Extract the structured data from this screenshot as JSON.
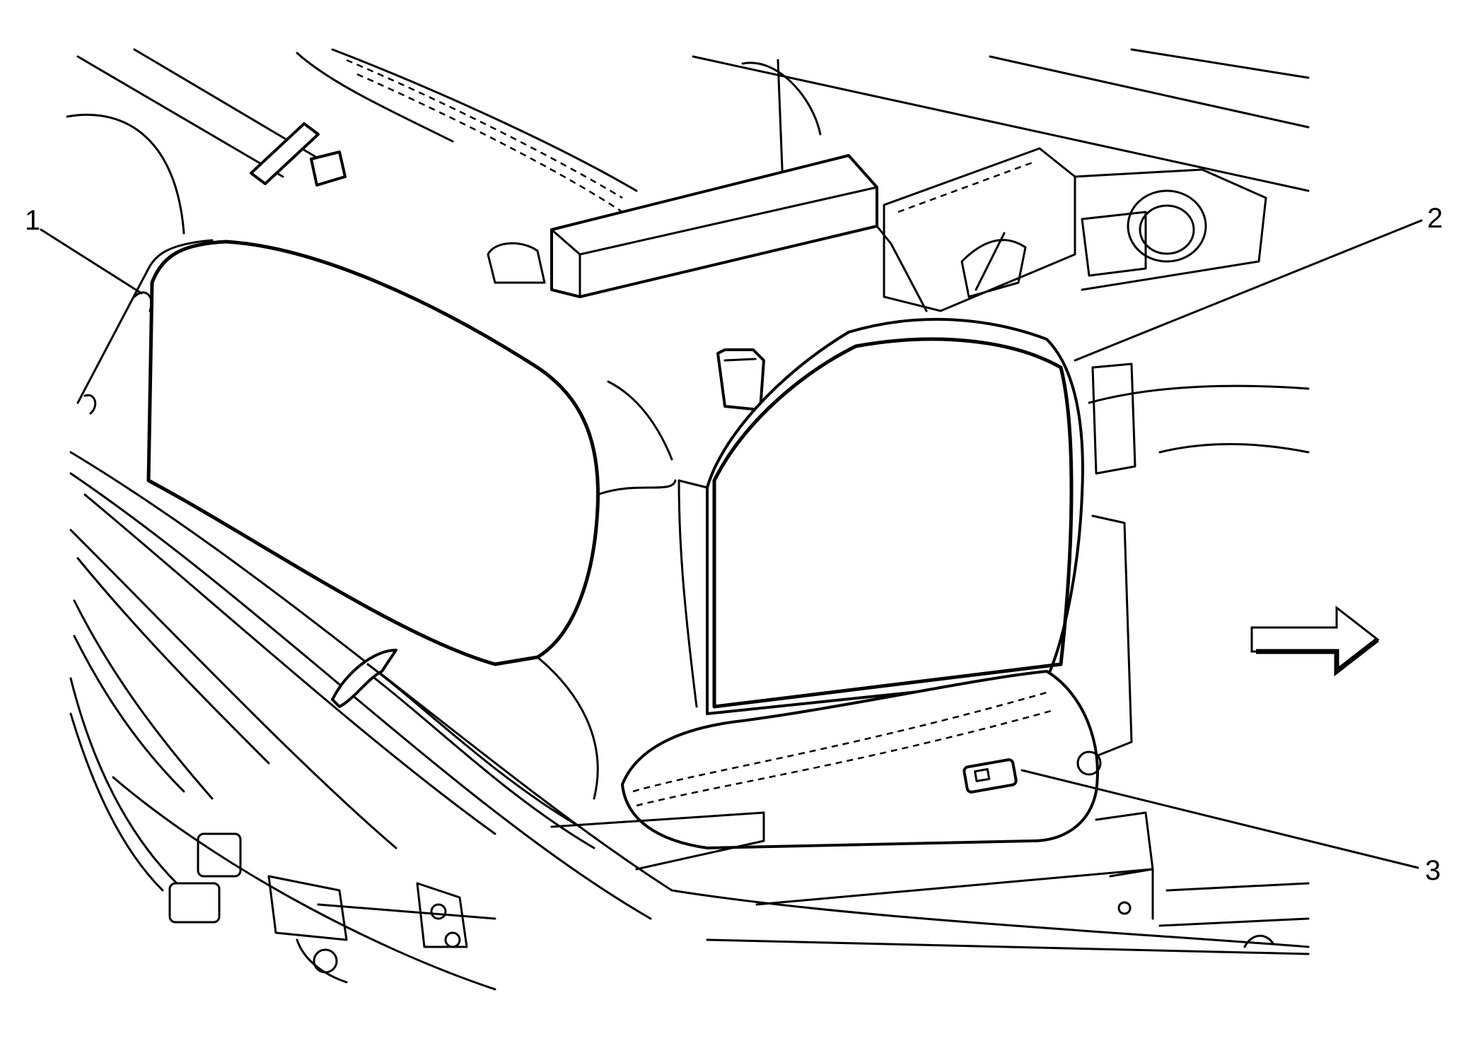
{
  "callouts": [
    {
      "id": "1",
      "label": "1"
    },
    {
      "id": "2",
      "label": "2"
    },
    {
      "id": "3",
      "label": "3"
    }
  ],
  "icons": {
    "direction": "arrow-right-icon"
  }
}
